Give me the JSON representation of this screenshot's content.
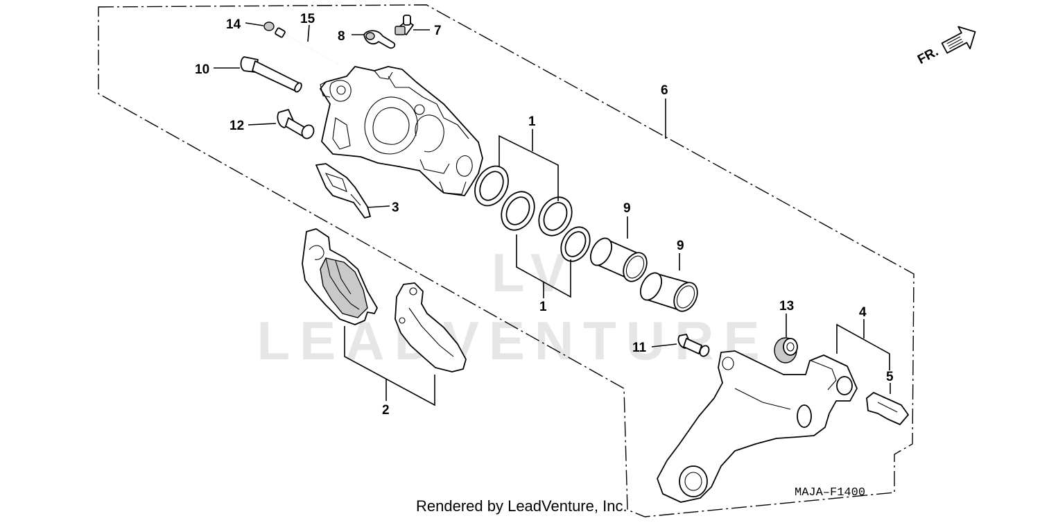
{
  "watermark": {
    "text": "LEADVENTURE",
    "logo_letters": "LV"
  },
  "orientation": {
    "label": "FR."
  },
  "callouts": {
    "c1a": "1",
    "c1b": "1",
    "c2": "2",
    "c3": "3",
    "c4": "4",
    "c5": "5",
    "c6": "6",
    "c7": "7",
    "c8": "8",
    "c9a": "9",
    "c9b": "9",
    "c10": "10",
    "c11": "11",
    "c12": "12",
    "c13": "13",
    "c14": "14",
    "c15": "15"
  },
  "figure_code": "MAJA–F1400",
  "footer": {
    "rendered_by": "Rendered by LeadVenture, Inc."
  }
}
